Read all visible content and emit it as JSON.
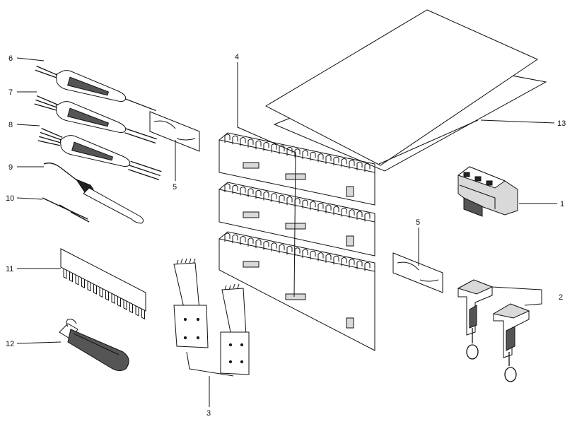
{
  "callouts": {
    "c1": "1",
    "c2": "2",
    "c3": "3",
    "c4": "4",
    "c5a": "5",
    "c5b": "5",
    "c6": "6",
    "c7": "7",
    "c8": "8",
    "c9": "9",
    "c10": "10",
    "c11": "11",
    "c12": "12",
    "c13": "13"
  }
}
